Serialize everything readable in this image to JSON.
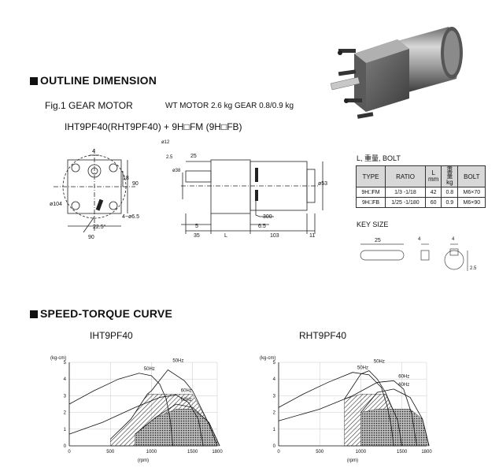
{
  "outline": {
    "heading": "OUTLINE DIMENSION",
    "fig_label": "Fig.1 GEAR MOTOR",
    "weight_text": "WT MOTOR 2.6 kg GEAR 0.8/0.9 kg",
    "model_text": "IHT9PF40(RHT9PF40) + 9H□FM (9H□FB)",
    "front_dims": [
      "4",
      "18",
      "90",
      "ø104",
      "4−ø6.5",
      "22.5°",
      "90"
    ],
    "side_dims": [
      "ø12",
      "ø38",
      "2.5",
      "25",
      "ø53",
      "300",
      "5",
      "6.5",
      "35",
      "L",
      "103",
      "11"
    ]
  },
  "bolt_table": {
    "title": "L, 重量, BOLT",
    "headers": [
      "TYPE",
      "RATIO",
      "L\nmm",
      "重量\nkg",
      "BOLT"
    ],
    "rows": [
      [
        "9H□FM",
        "1/3 -1/18",
        "42",
        "0.8",
        "M6×70"
      ],
      [
        "9H□FB",
        "1/25 -1/180",
        "60",
        "0.9",
        "M6×90"
      ]
    ]
  },
  "key": {
    "title": "KEY SIZE",
    "dims": [
      "25",
      "4",
      "4",
      "2.5"
    ]
  },
  "speed_torque": {
    "heading": "SPEED-TORQUE CURVE",
    "left_title": "IHT9PF40",
    "right_title": "RHT9PF40"
  },
  "chart_data": [
    {
      "type": "line",
      "title": "IHT9PF40",
      "xlabel": "(rpm)",
      "ylabel": "(kg-cm)",
      "xlim": [
        0,
        1800
      ],
      "ylim": [
        0,
        5
      ],
      "x_ticks": [
        0,
        500,
        1000,
        1500,
        1800
      ],
      "y_ticks": [
        0,
        1,
        2,
        3,
        4,
        5
      ],
      "series": [
        {
          "name": "50Hz",
          "x": [
            0,
            300,
            600,
            850,
            1000,
            1100,
            1180,
            1230,
            1260
          ],
          "y": [
            2.5,
            3.3,
            4.0,
            4.35,
            4.2,
            3.7,
            2.8,
            1.5,
            0
          ]
        },
        {
          "name": "60Hz",
          "x": [
            0,
            400,
            800,
            1100,
            1300,
            1450,
            1570,
            1630
          ],
          "y": [
            0.7,
            1.4,
            2.3,
            2.9,
            3.05,
            2.6,
            1.6,
            0
          ]
        },
        {
          "name": "50Hz",
          "x": [
            500,
            750,
            950,
            1000,
            1200,
            1400,
            1500,
            1700,
            1800
          ],
          "y": [
            0.4,
            1.6,
            3.1,
            3.3,
            4.55,
            3.9,
            3.3,
            1.3,
            0
          ]
        },
        {
          "name": "60Hz",
          "x": [
            800,
            1050,
            1300,
            1500,
            1700,
            1830
          ],
          "y": [
            0.7,
            1.7,
            2.5,
            2.3,
            1.4,
            0
          ]
        }
      ]
    },
    {
      "type": "line",
      "title": "RHT9PF40",
      "xlabel": "(rpm)",
      "ylabel": "(kg-cm)",
      "xlim": [
        0,
        1800
      ],
      "ylim": [
        0,
        5
      ],
      "x_ticks": [
        0,
        500,
        1000,
        1500,
        1800
      ],
      "y_ticks": [
        0,
        1,
        2,
        3,
        4,
        5
      ],
      "series": [
        {
          "name": "50Hz",
          "x": [
            0,
            300,
            600,
            900,
            1100,
            1250,
            1320,
            1370,
            1400
          ],
          "y": [
            2.3,
            3.1,
            3.8,
            4.4,
            4.25,
            3.5,
            2.4,
            1.2,
            0
          ]
        },
        {
          "name": "60Hz",
          "x": [
            0,
            500,
            900,
            1200,
            1400,
            1520,
            1620,
            1680
          ],
          "y": [
            1.5,
            2.2,
            3.0,
            3.8,
            3.9,
            3.4,
            1.9,
            0
          ]
        },
        {
          "name": "50Hz",
          "x": [
            800,
            1000,
            1100,
            1200,
            1300,
            1450,
            1500
          ],
          "y": [
            2.8,
            4.3,
            4.5,
            4.0,
            3.2,
            1.5,
            0
          ]
        },
        {
          "name": "60Hz",
          "x": [
            1000,
            1200,
            1400,
            1600,
            1750,
            1830
          ],
          "y": [
            2.0,
            3.2,
            3.4,
            2.9,
            1.6,
            0
          ]
        }
      ]
    }
  ]
}
